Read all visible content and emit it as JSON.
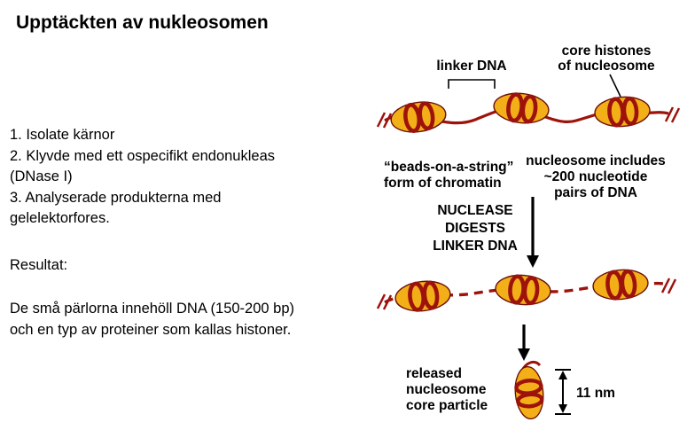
{
  "slide": {
    "title": "Upptäckten av nukleosomen",
    "steps_lines": [
      "1. Isolate kärnor",
      "2. Klyvde med ett ospecifikt endonukleas",
      "(DNase I)",
      "3. Analyserade produkterna med",
      "gelelektorfores."
    ],
    "result_label": "Resultat:",
    "result_lines": [
      "De små pärlorna innehöll DNA (150-200 bp)",
      "och en typ av proteiner som kallas histoner."
    ]
  },
  "diagram": {
    "linker_dna_label": "linker DNA",
    "core_histones_lines": [
      "core histones",
      "of nucleosome"
    ],
    "beads_caption_lines": [
      "“beads-on-a-string”",
      "form of chromatin"
    ],
    "nucleosome_caption_lines": [
      "nucleosome includes",
      "~200 nucleotide",
      "pairs of DNA"
    ],
    "nuclease_lines": [
      "NUCLEASE",
      "DIGESTS",
      "LINKER DNA"
    ],
    "released_lines": [
      "released",
      "nucleosome",
      "core particle"
    ],
    "size_label": "11 nm",
    "colors": {
      "dna": "#9E120C",
      "histone": "#F3AF17",
      "outline": "#6B0F08"
    }
  }
}
